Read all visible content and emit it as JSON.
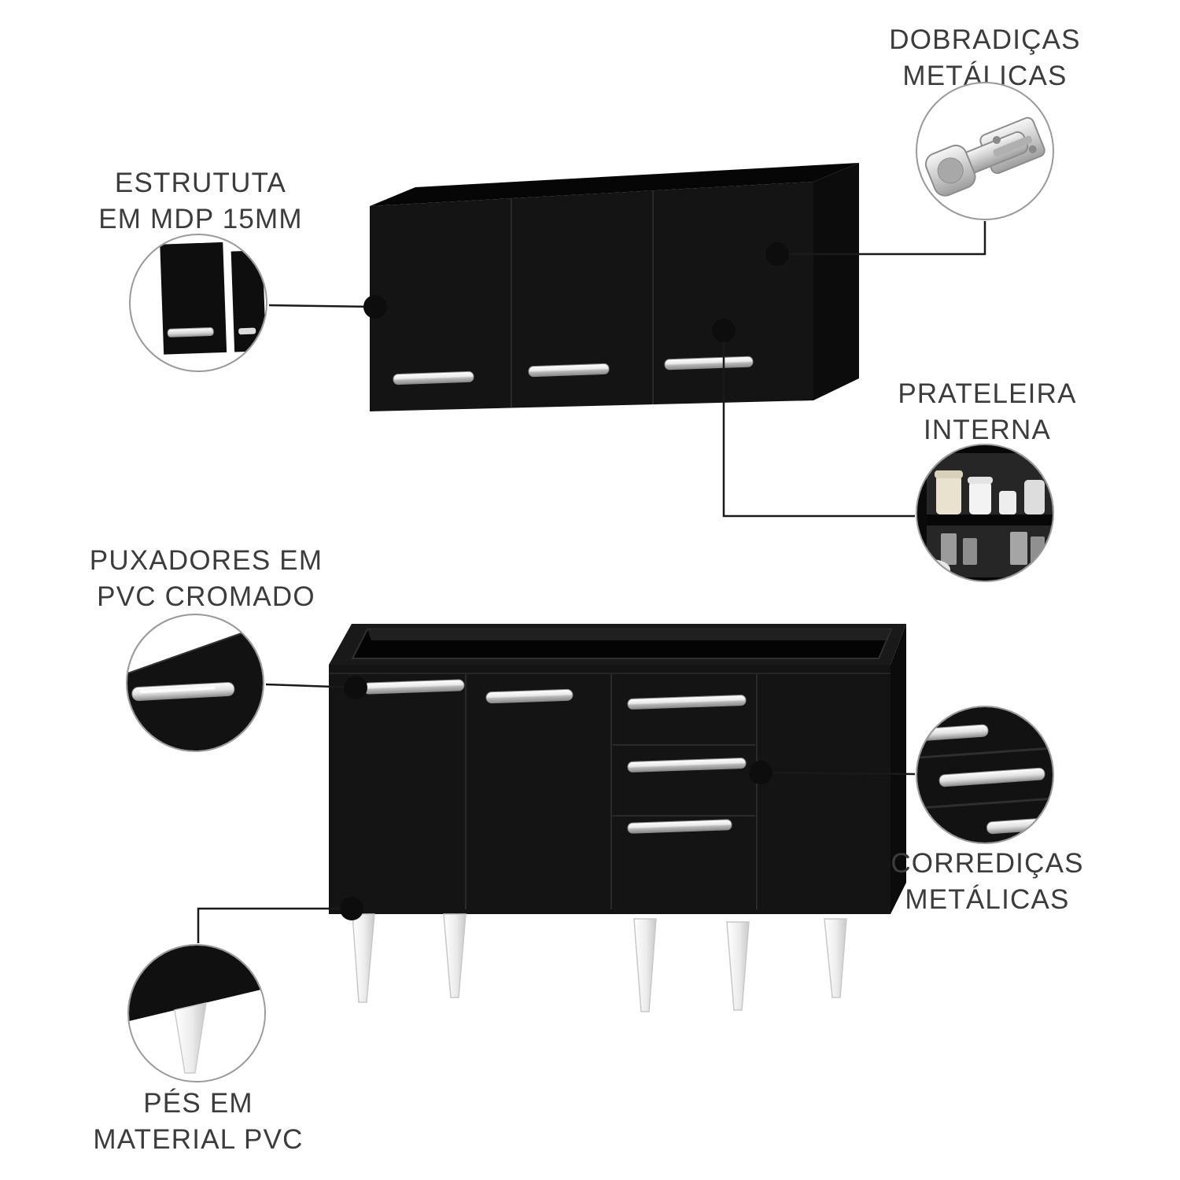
{
  "palette": {
    "cabinet_black": "#131313",
    "chrome_silver": "#d9d9d9",
    "leg_white": "#f4f4f4",
    "label_text": "#3c3c3c",
    "callout_line": "#1a1a1a",
    "background": "#ffffff"
  },
  "callouts": {
    "hinges": {
      "label": "DOBRADIÇAS\nMETÁLICAS",
      "icon": "hinge-icon"
    },
    "structure": {
      "label": "ESTRUTUTA\nEM MDP 15MM",
      "icon": "mdp-panel-icon"
    },
    "shelf": {
      "label": "PRATELEIRA\nINTERNA",
      "icon": "internal-shelf-icon"
    },
    "handles": {
      "label": "PUXADORES EM\nPVC CROMADO",
      "icon": "chrome-handle-icon"
    },
    "slides": {
      "label": "CORREDIÇAS\nMETÁLICAS",
      "icon": "drawer-slides-icon"
    },
    "feet": {
      "label": "PÉS EM\nMATERIAL PVC",
      "icon": "pvc-foot-icon"
    }
  }
}
